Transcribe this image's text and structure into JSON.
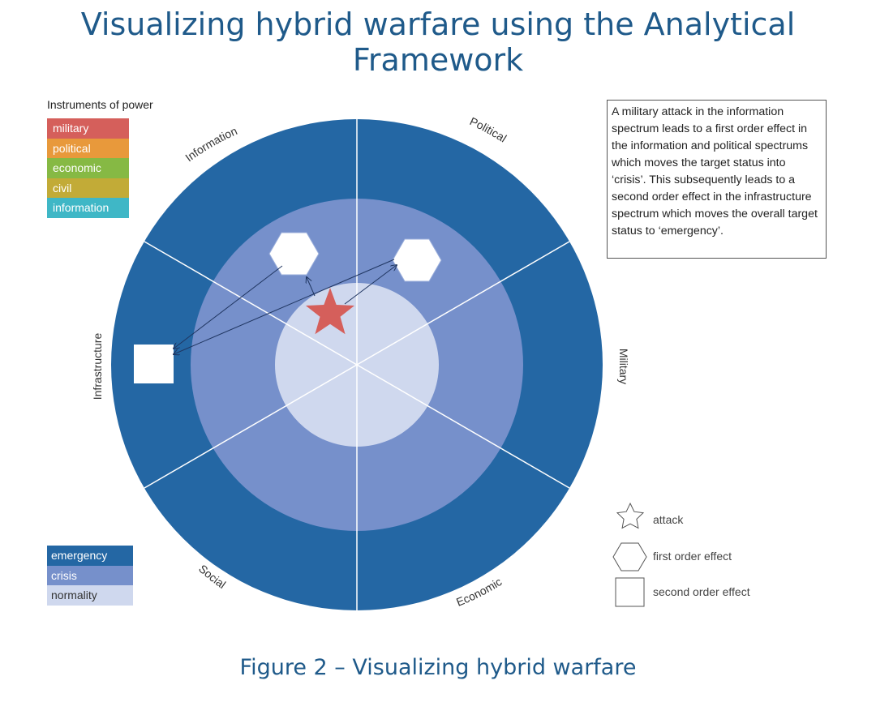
{
  "title": "Visualizing hybrid warfare using the Analytical Framework",
  "caption": "Figure 2 – Visualizing hybrid warfare",
  "instruments": {
    "heading": "Instruments of power",
    "items": [
      {
        "label": "military",
        "color": "#d55f5b"
      },
      {
        "label": "political",
        "color": "#e8993b"
      },
      {
        "label": "economic",
        "color": "#86b944"
      },
      {
        "label": "civil",
        "color": "#c2ab37"
      },
      {
        "label": "information",
        "color": "#3fb7c6"
      }
    ]
  },
  "status": {
    "items": [
      {
        "label": "emergency",
        "color": "#2467a4",
        "text_color": "#ffffff"
      },
      {
        "label": "crisis",
        "color": "#7690cb",
        "text_color": "#ffffff"
      },
      {
        "label": "normality",
        "color": "#cfd8ee",
        "text_color": "#333333"
      }
    ]
  },
  "note": "A military attack in the information spectrum leads to a first order effect in the information and political spectrums which moves the target status into ‘crisis’.  This subsequently leads to a second order effect in the infrastructure spectrum which moves the overall target status to ‘emergency’.",
  "sectors": {
    "information": "Information",
    "political": "Political",
    "military": "Military",
    "economic": "Economic",
    "social": "Social",
    "infrastructure": "Infrastructure"
  },
  "symbol_legend": {
    "attack": "attack",
    "first_order": "first order effect",
    "second_order": "second order effect"
  },
  "colors": {
    "title": "#1f5a8a",
    "attack_star": "#d55f5b"
  }
}
